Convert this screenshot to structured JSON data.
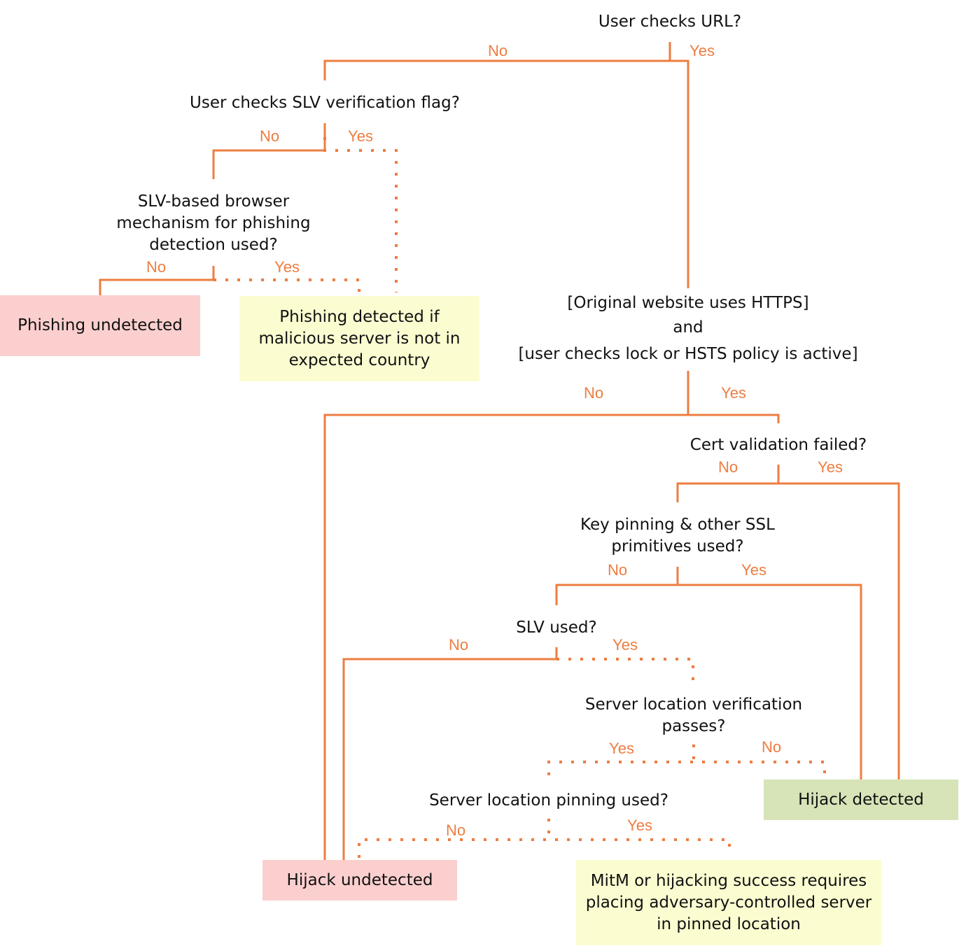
{
  "colors": {
    "connector": "#ed7d40",
    "label": "#ed7d40",
    "outcome_negative": "#fccfcf",
    "outcome_conditional": "#fbfdd1",
    "outcome_positive": "#d6e4b8"
  },
  "questions": {
    "q_url": "User checks URL?",
    "q_slv_flag": "User checks SLV verification flag?",
    "q_slv_browser": "SLV-based browser\nmechanism for phishing\ndetection used?",
    "q_https_line1": "[Original website uses HTTPS]",
    "q_https_line2": "and",
    "q_https_line3": "[user checks lock or HSTS policy is active]",
    "q_cert": "Cert validation failed?",
    "q_keypin": "Key pinning & other SSL\nprimitives used?",
    "q_slv_used": "SLV used?",
    "q_server_loc": "Server location verification\npasses?",
    "q_loc_pinning": "Server location pinning used?"
  },
  "branch_labels": {
    "url_no": "No",
    "url_yes": "Yes",
    "slvflag_no": "No",
    "slvflag_yes": "Yes",
    "slvbrowser_no": "No",
    "slvbrowser_yes": "Yes",
    "https_no": "No",
    "https_yes": "Yes",
    "cert_no": "No",
    "cert_yes": "Yes",
    "keypin_no": "No",
    "keypin_yes": "Yes",
    "slvused_no": "No",
    "slvused_yes": "Yes",
    "serverloc_yes": "Yes",
    "serverloc_no": "No",
    "locpin_no": "No",
    "locpin_yes": "Yes"
  },
  "outcomes": {
    "phishing_undetected": "Phishing undetected",
    "phishing_detected": "Phishing detected if\nmalicious server is not in\nexpected country",
    "hijack_detected": "Hijack detected",
    "hijack_undetected": "Hijack undetected",
    "mitm_requires": "MitM or hijacking success requires\nplacing adversary-controlled server\nin pinned location"
  }
}
